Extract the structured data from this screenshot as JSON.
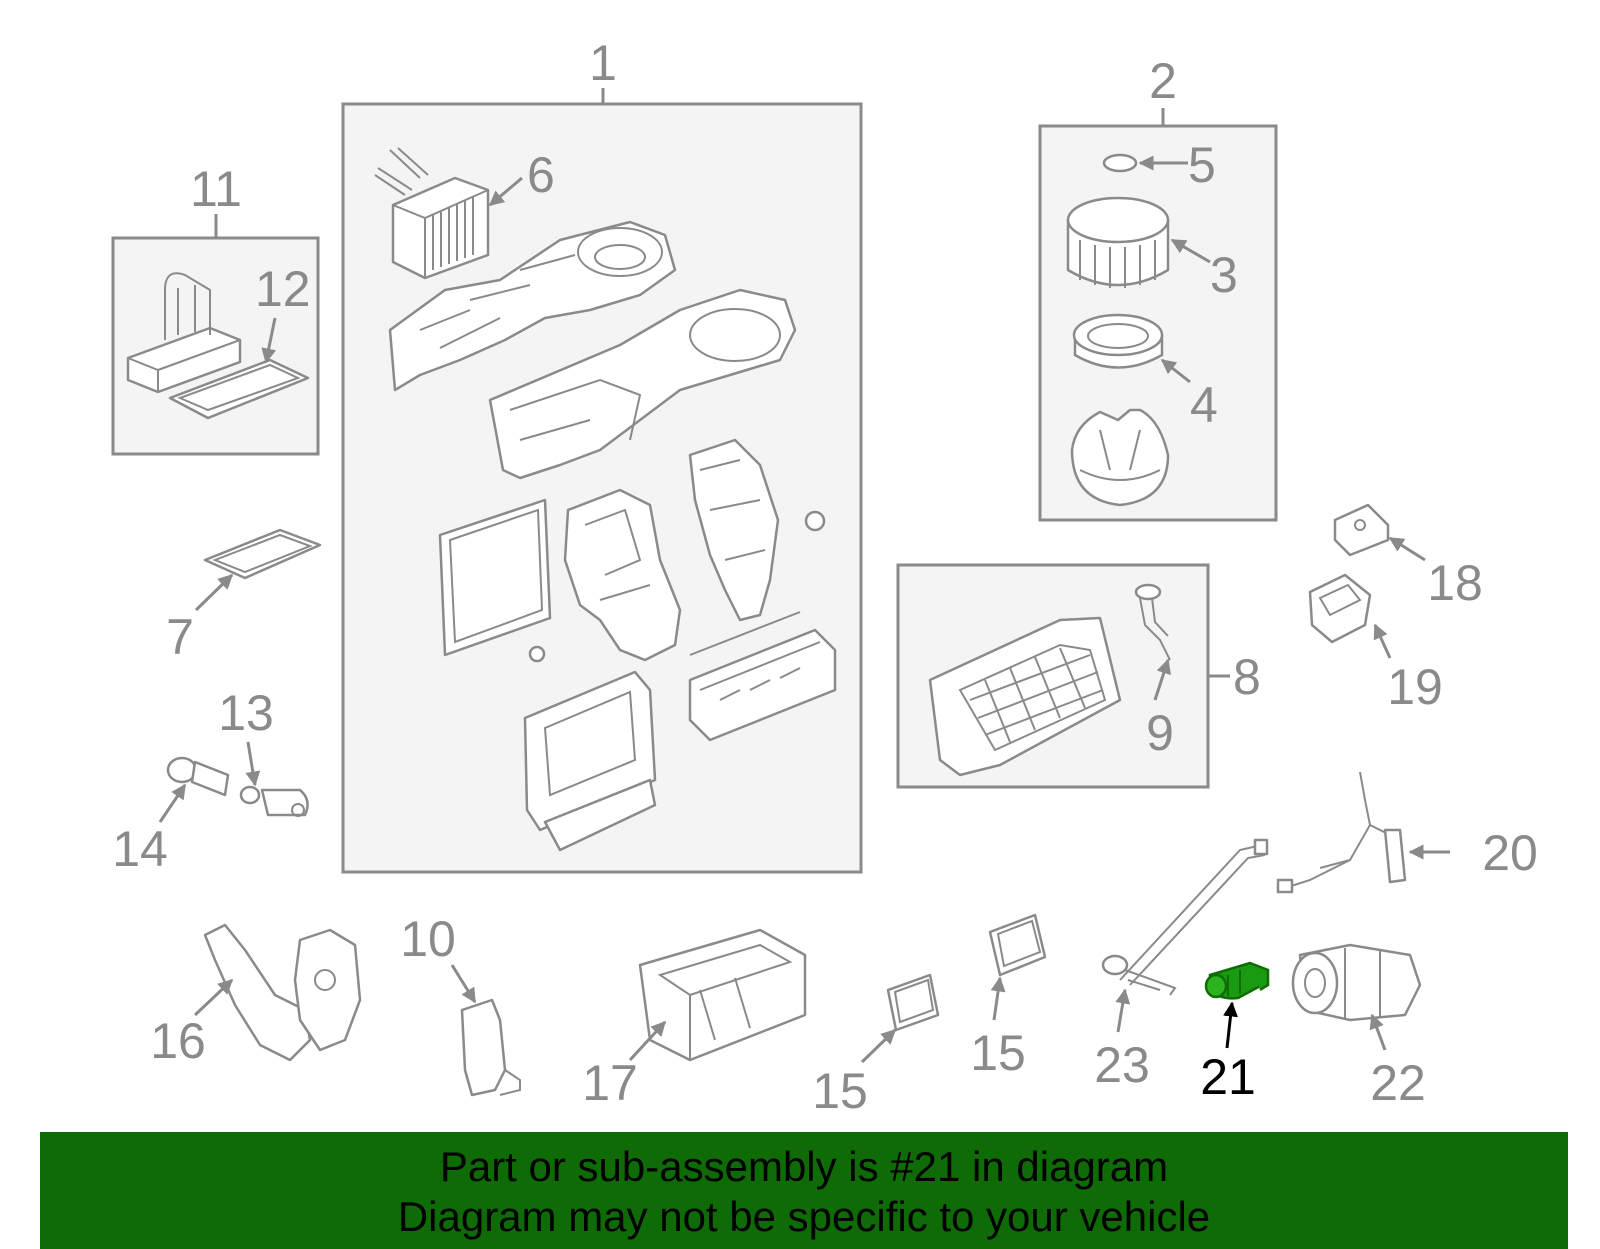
{
  "diagram": {
    "highlighted_part": "21",
    "colors": {
      "line": "#8a8a8a",
      "box_fill": "#f4f4f4",
      "highlight": "#0e6b06",
      "banner": "#0e6b06"
    },
    "labels": {
      "p1": "1",
      "p2": "2",
      "p3": "3",
      "p4": "4",
      "p5": "5",
      "p6": "6",
      "p7": "7",
      "p8": "8",
      "p9": "9",
      "p10": "10",
      "p11": "11",
      "p12": "12",
      "p13": "13",
      "p14": "14",
      "p15a": "15",
      "p15b": "15",
      "p16": "16",
      "p17": "17",
      "p18": "18",
      "p19": "19",
      "p20": "20",
      "p21": "21",
      "p22": "22",
      "p23": "23"
    }
  },
  "banner": {
    "line1": "Part or sub-assembly is #21 in diagram",
    "line2": "Diagram may not be specific to your vehicle"
  }
}
